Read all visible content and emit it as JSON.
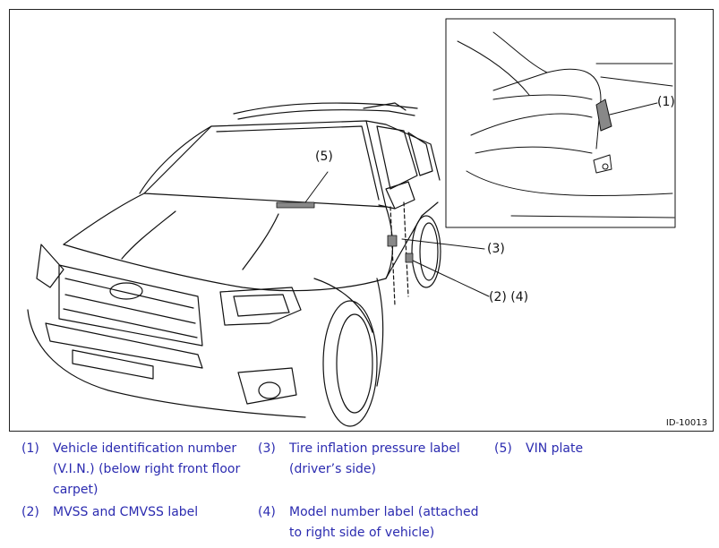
{
  "figure": {
    "id_label": "ID-10013",
    "callouts": {
      "c1": "(1)",
      "c3": "(3)",
      "c24": "(2) (4)",
      "c5": "(5)"
    }
  },
  "legend": [
    {
      "num": "(1)",
      "lines": [
        "Vehicle identification number",
        "(V.I.N.) (below right front floor",
        "carpet)"
      ]
    },
    {
      "num": "(2)",
      "lines": [
        "MVSS and CMVSS label"
      ]
    },
    {
      "num": "(3)",
      "lines": [
        "Tire inflation pressure label",
        "(driver’s side)"
      ]
    },
    {
      "num": "(4)",
      "lines": [
        "Model number label (attached",
        "to right side of vehicle)"
      ]
    },
    {
      "num": "(5)",
      "lines": [
        "VIN plate"
      ]
    }
  ],
  "colors": {
    "legend_text": "#2b2bb0",
    "line_art": "#111111"
  }
}
